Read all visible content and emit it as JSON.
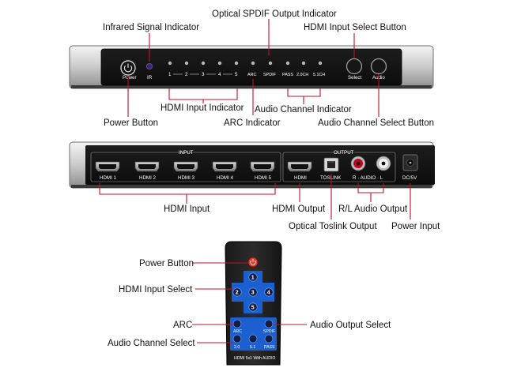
{
  "front_panel": {
    "labels": {
      "power": "Power",
      "ir": "IR",
      "inputs": [
        "1",
        "2",
        "3",
        "4",
        "5"
      ],
      "arc": "ARC",
      "spdif": "SPDIF",
      "pass": "PASS",
      "ch2": "2.0CH",
      "ch51": "5.1CH",
      "select": "Select",
      "audio": "Audio"
    }
  },
  "rear_panel": {
    "input_group": "INPUT",
    "output_group": "OUTPUT",
    "hdmi_inputs": [
      "HDMI 1",
      "HDMI 2",
      "HDMI 3",
      "HDMI 4",
      "HDMI 5"
    ],
    "hdmi_out": "HDMI",
    "toslink": "TOSLINK",
    "audio_rl": "R · AUDIO · L",
    "dc": "DC/5V"
  },
  "remote": {
    "buttons": [
      "1",
      "2",
      "3",
      "4",
      "5"
    ],
    "arc": "ARC",
    "spdif": "SPDIF",
    "ch2": "2.0",
    "ch51": "5.1",
    "pass": "PASS",
    "model": "HDMI 5x1 With AUDIO"
  },
  "callouts": {
    "optical_spdif_indicator": "Optical SPDIF Output Indicator",
    "infrared_signal_indicator": "Infrared Signal Indicator",
    "hdmi_input_select_button": "HDMI Input Select Button",
    "hdmi_input_indicator": "HDMI Input Indicator",
    "audio_channel_indicator": "Audio Channel Indicator",
    "power_button_front": "Power Button",
    "arc_indicator": "ARC Indicator",
    "audio_channel_select_button": "Audio Channel Select Button",
    "hdmi_input": "HDMI Input",
    "hdmi_output": "HDMI Output",
    "rl_audio_output": "R/L Audio Output",
    "optical_toslink_output": "Optical Toslink Output",
    "power_input": "Power Input",
    "power_button_remote": "Power Button",
    "hdmi_input_select": "HDMI Input Select",
    "arc": "ARC",
    "audio_output_select": "Audio Output Select",
    "audio_channel_select": "Audio Channel Select"
  }
}
